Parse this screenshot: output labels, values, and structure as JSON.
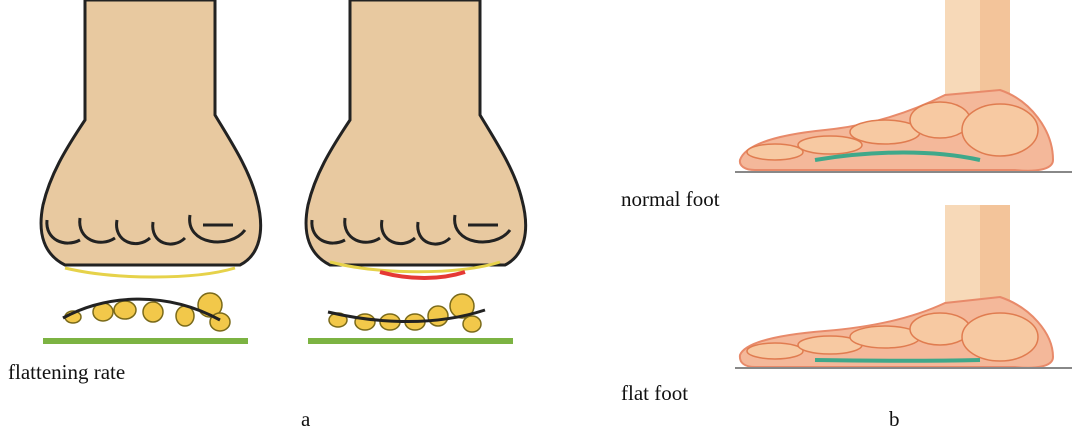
{
  "panel_a": {
    "caption": "flattening rate",
    "letter": "a",
    "diagrams": [
      "front-view-normal-arch",
      "front-view-flattened-arch"
    ]
  },
  "panel_b": {
    "label_top": "normal foot",
    "label_bottom": "flat foot",
    "letter": "b",
    "diagrams": [
      "side-view-normal-foot",
      "side-view-flat-foot"
    ]
  },
  "colors": {
    "skin": "#E8C9A0",
    "outline": "#222222",
    "bone": "#F2C84A",
    "ground": "#7CB342",
    "pressure": "#E53935",
    "muscle": "#F08A5D",
    "arch_line": "#3FA88A"
  }
}
